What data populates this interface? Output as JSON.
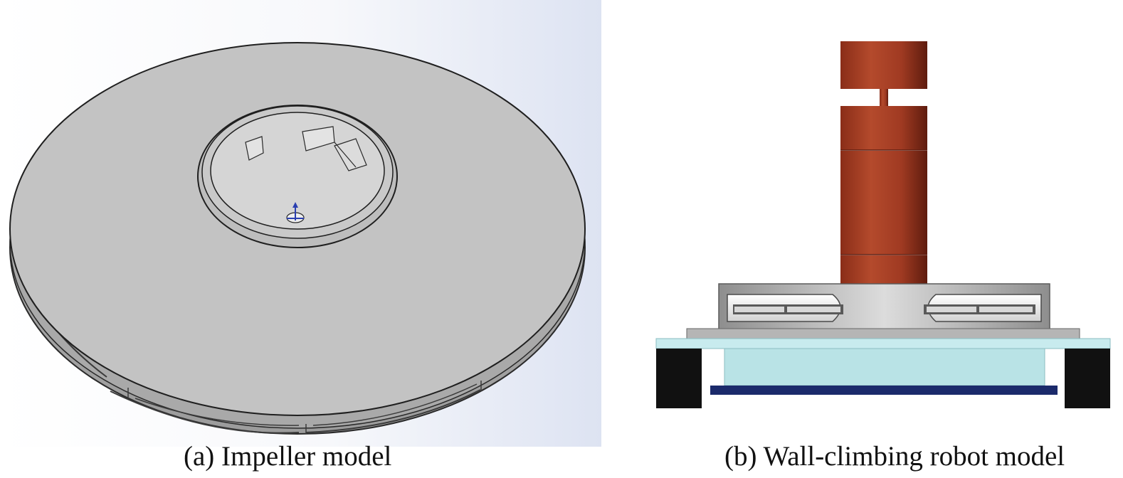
{
  "figure": {
    "panels": [
      {
        "caption": "(a) Impeller model",
        "icon": "impeller-3d-cad-render"
      },
      {
        "caption": "(b) Wall-climbing robot model",
        "icon": "wall-climbing-robot-3d-render"
      }
    ]
  },
  "colors": {
    "impeller_face": "#c3c3c3",
    "impeller_background": "#e8ecf6",
    "motor": "#a53a23",
    "frame": "#b9b9b9",
    "base_plate": "#b9e3e6",
    "wheels": "#111111",
    "bottom_plate": "#1b2a6b"
  }
}
